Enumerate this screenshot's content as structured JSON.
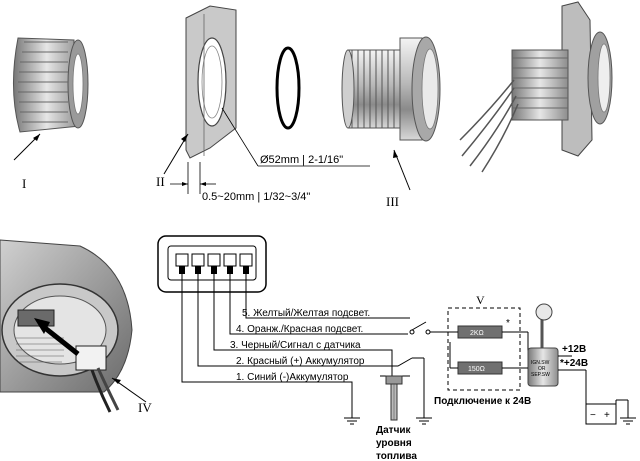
{
  "parts": {
    "part_1": "I",
    "part_2": "II",
    "part_3": "III",
    "part_4": "IV",
    "part_5": "V"
  },
  "dimensions": {
    "hole_diameter": "Ø52mm | 2-1/16\"",
    "panel_thickness": "0.5~20mm | 1/32~3/4\""
  },
  "wires": [
    {
      "label": "5. Желтый/Желтая подсвет."
    },
    {
      "label": "4. Оранж./Красная подсвет."
    },
    {
      "label": "3. Черный/Сигнал с датчика"
    },
    {
      "label": "2. Красный (+) Аккумулятор"
    },
    {
      "label": "1. Синий (-)Аккумулятор"
    }
  ],
  "resistors": {
    "r1": "2KΩ",
    "r2": "150Ω",
    "asterisk": "*"
  },
  "ignition": {
    "positions": [
      "IGN.SW",
      "OR",
      "SEP.SW"
    ]
  },
  "voltage": {
    "v12": "+12В",
    "v24": "*+24В",
    "connection_24v": "Подключение к 24В"
  },
  "sensor": {
    "line1": "Датчик",
    "line2": "уровня",
    "line3": "топлива"
  },
  "battery": {
    "minus": "−",
    "plus": "+"
  }
}
